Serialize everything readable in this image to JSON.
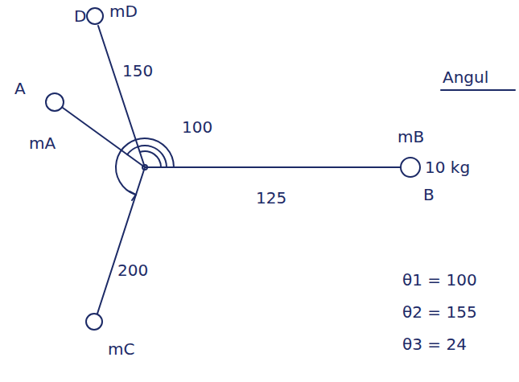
{
  "diagram": {
    "labels": [
      "D",
      "mD",
      "A",
      "mA",
      "150",
      "100",
      "mB",
      "10 kg",
      "B",
      "125",
      "200",
      "mC",
      "Angul",
      "θ1 = 100",
      "θ2 = 155",
      "θ3 = 24"
    ]
  }
}
